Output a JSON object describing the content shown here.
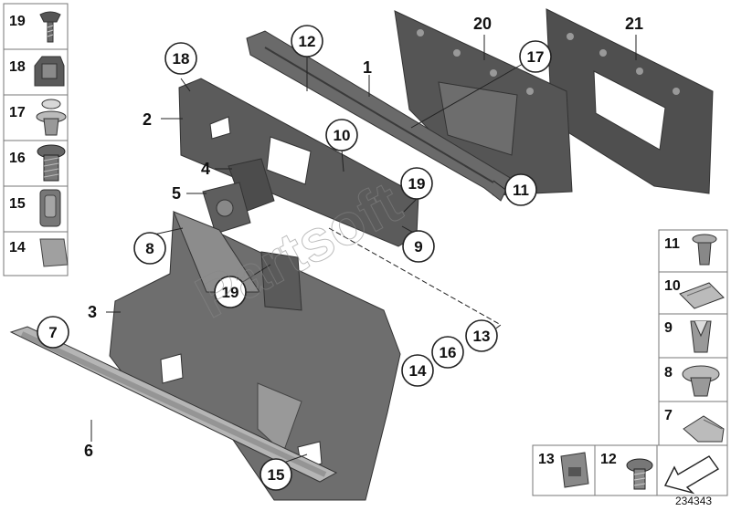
{
  "colors": {
    "part_dark": "#4b4b4b",
    "part_mid": "#6e6e6e",
    "part_light": "#a8a8a8",
    "line": "#222222",
    "cell_border": "#777777"
  },
  "watermark": "Partsoft",
  "diagram_id": "234343",
  "legend_left": [
    {
      "num": "19",
      "icon": "clip-screw-icon"
    },
    {
      "num": "18",
      "icon": "bracket-clip-icon"
    },
    {
      "num": "17",
      "icon": "push-rivet-icon"
    },
    {
      "num": "16",
      "icon": "screw-icon"
    },
    {
      "num": "15",
      "icon": "cover-cap-icon"
    },
    {
      "num": "14",
      "icon": "pad-icon"
    }
  ],
  "legend_right": [
    {
      "num": "11",
      "icon": "expanding-rivet-icon"
    },
    {
      "num": "10",
      "icon": "clip-nut-icon"
    },
    {
      "num": "9",
      "icon": "spreader-clip-icon"
    },
    {
      "num": "8",
      "icon": "mushroom-clip-icon"
    },
    {
      "num": "7",
      "icon": "end-clip-icon"
    }
  ],
  "legend_bottom": [
    {
      "num": "13",
      "icon": "cover-tab-icon"
    },
    {
      "num": "12",
      "icon": "washer-screw-icon"
    },
    {
      "num": "",
      "icon": "arrow-icon"
    }
  ],
  "plain_labels": [
    {
      "id": "1",
      "text": "1"
    },
    {
      "id": "2",
      "text": "2"
    },
    {
      "id": "3",
      "text": "3"
    },
    {
      "id": "4",
      "text": "4"
    },
    {
      "id": "5",
      "text": "5"
    },
    {
      "id": "6",
      "text": "6"
    },
    {
      "id": "20",
      "text": "20"
    },
    {
      "id": "21",
      "text": "21"
    }
  ],
  "callouts": [
    {
      "id": "18",
      "text": "18"
    },
    {
      "id": "12",
      "text": "12"
    },
    {
      "id": "17",
      "text": "17"
    },
    {
      "id": "10",
      "text": "10"
    },
    {
      "id": "19a",
      "text": "19"
    },
    {
      "id": "11",
      "text": "11"
    },
    {
      "id": "9",
      "text": "9"
    },
    {
      "id": "8",
      "text": "8"
    },
    {
      "id": "19b",
      "text": "19"
    },
    {
      "id": "7",
      "text": "7"
    },
    {
      "id": "13",
      "text": "13"
    },
    {
      "id": "14",
      "text": "14"
    },
    {
      "id": "16",
      "text": "16"
    },
    {
      "id": "15",
      "text": "15"
    }
  ]
}
